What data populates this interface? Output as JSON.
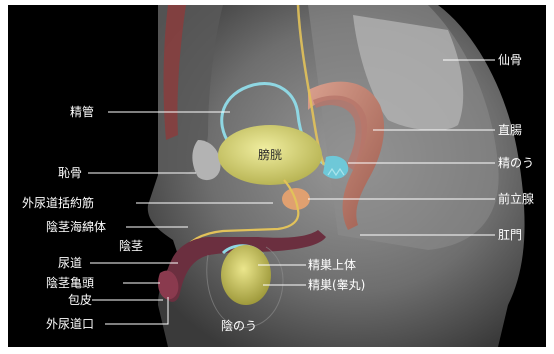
{
  "labels": {
    "sacrum": "仙骨",
    "vas_deferens": "精管",
    "bladder": "膀胱",
    "rectum": "直腸",
    "seminal_vesicle": "精のう",
    "pubis": "恥骨",
    "prostate": "前立腺",
    "external_urethral_sphincter": "外尿道括約筋",
    "corpus_spongiosum": "陰茎海綿体",
    "penis": "陰茎",
    "anus": "肛門",
    "urethra": "尿道",
    "epididymis": "精巣上体",
    "glans_penis": "陰茎亀頭",
    "testis": "精巣(睾丸)",
    "foreskin": "包皮",
    "external_urethral_orifice": "外尿道口",
    "scrotum": "陰のう"
  },
  "colors": {
    "background": "#000000",
    "bladder": "#d9d77a",
    "rectum": "#c98a7a",
    "prostate": "#e0a070",
    "seminal_vesicle": "#6ec8d8",
    "urethra": "#e2c25a",
    "corpus": "#6b2f3f",
    "testis": "#d7d268",
    "leader_line": "#ffffff"
  }
}
